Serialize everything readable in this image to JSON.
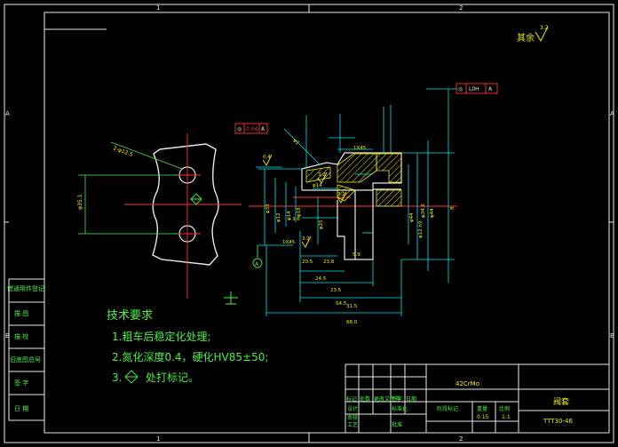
{
  "frame": {
    "top_zone_labels": [
      "1",
      "2"
    ],
    "bottom_zone_labels": [
      "1",
      "2"
    ],
    "left_zone_labels": [
      "A",
      "B"
    ],
    "right_zone_labels": [
      "A",
      "B"
    ]
  },
  "corner_roughness": {
    "label": "其余",
    "value": "3.2"
  },
  "left_view": {
    "dims": [
      "2-φ12.5",
      "φ35.1"
    ]
  },
  "section_view": {
    "tolerance_frames": [
      {
        "symbol": "◎",
        "value": "0.04",
        "datum": "A"
      },
      {
        "symbol": "◎",
        "value": "L0H",
        "datum": "A"
      }
    ],
    "surface_marks": [
      "0.4",
      "3.2",
      "3.2",
      "3.2"
    ],
    "dims": [
      "1X45",
      "φ33",
      "φ12",
      "φ14",
      "φ18",
      "φ25",
      "φ44",
      "φ14",
      "3.6",
      "1X45",
      "5.9",
      "20.5",
      "23.8",
      "24.5",
      "23.5",
      "31.5",
      "54.5",
      "68.0",
      "8",
      "φ34.6",
      "φ44",
      "φ12 h9"
    ],
    "datum_label": "A",
    "small_note": "φ1"
  },
  "tech_requirements": {
    "title": "技术要求",
    "items": [
      "1.粗车后稳定化处理;",
      "2.氮化深度0.4，硬化HV85±50;",
      "3.",
      "处打标记。"
    ]
  },
  "side_table": {
    "rows": [
      "借通用件登记",
      "描  图",
      "描  校",
      "旧底图总号",
      "签  字",
      "日  期"
    ]
  },
  "title_block": {
    "material": "42CrMo",
    "part_name": "阀套",
    "drawing_no": "TTT30-46",
    "scale": "1:1",
    "weight": "0.15",
    "row_labels": [
      "标记",
      "处数",
      "更改文件号",
      "签字",
      "日期"
    ],
    "role_labels": [
      "设计",
      "审核",
      "工艺",
      "标准化",
      "批准"
    ],
    "stage_label": "阶段标记",
    "weight_label": "重量",
    "scale_label": "比例"
  }
}
